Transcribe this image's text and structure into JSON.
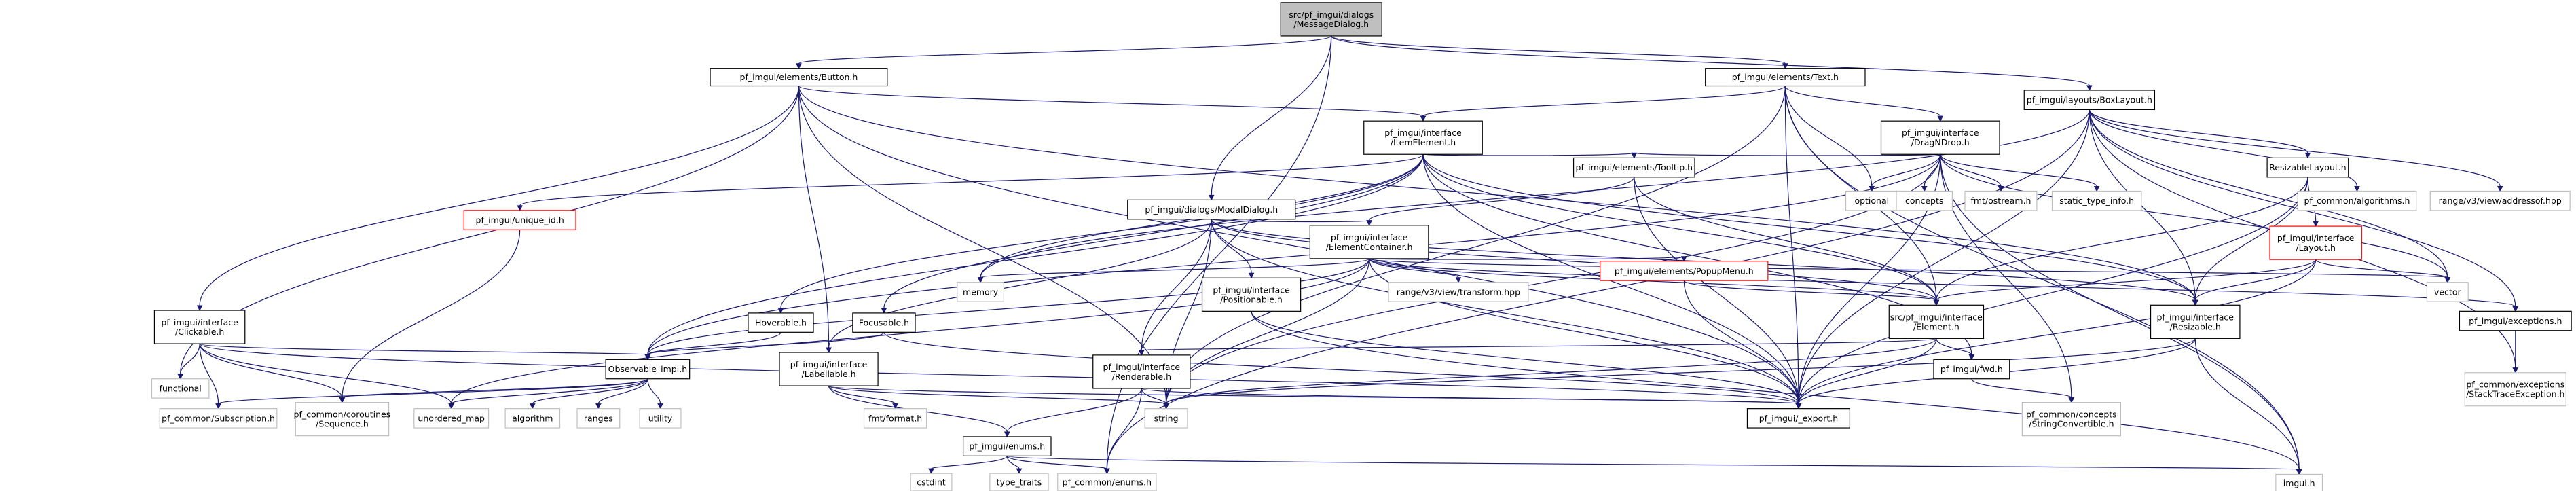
{
  "graph": {
    "title": "src/pf_imgui/dialogs/MessageDialog.h",
    "colors": {
      "root_fill": "#bfbfbf",
      "documented_border": "#000000",
      "external_border": "#bfbfbf",
      "undocumented_border": "#ff0000",
      "edge": "#191970"
    },
    "nodes": [
      {
        "id": "md",
        "kind": "root",
        "lines": [
          "src/pf_imgui/dialogs",
          "/MessageDialog.h"
        ]
      },
      {
        "id": "btn",
        "kind": "doc",
        "lines": [
          "pf_imgui/elements/Button.h"
        ]
      },
      {
        "id": "text",
        "kind": "doc",
        "lines": [
          "pf_imgui/elements/Text.h"
        ]
      },
      {
        "id": "boxl",
        "kind": "doc",
        "lines": [
          "pf_imgui/layouts/BoxLayout.h"
        ]
      },
      {
        "id": "item",
        "kind": "doc",
        "lines": [
          "pf_imgui/interface",
          "/ItemElement.h"
        ]
      },
      {
        "id": "dnd",
        "kind": "doc",
        "lines": [
          "pf_imgui/interface",
          "/DragNDrop.h"
        ]
      },
      {
        "id": "modal",
        "kind": "doc",
        "lines": [
          "pf_imgui/dialogs/ModalDialog.h"
        ]
      },
      {
        "id": "tooltip",
        "kind": "doc",
        "lines": [
          "pf_imgui/elements/Tooltip.h"
        ]
      },
      {
        "id": "reslay",
        "kind": "doc",
        "lines": [
          "ResizableLayout.h"
        ]
      },
      {
        "id": "uid",
        "kind": "red",
        "lines": [
          "pf_imgui/unique_id.h"
        ]
      },
      {
        "id": "cont",
        "kind": "doc",
        "lines": [
          "pf_imgui/interface",
          "/ElementContainer.h"
        ]
      },
      {
        "id": "popup",
        "kind": "red",
        "lines": [
          "pf_imgui/elements/PopupMenu.h"
        ]
      },
      {
        "id": "layout",
        "kind": "red",
        "lines": [
          "pf_imgui/interface",
          "/Layout.h"
        ]
      },
      {
        "id": "click",
        "kind": "doc",
        "lines": [
          "pf_imgui/interface",
          "/Clickable.h"
        ]
      },
      {
        "id": "hover",
        "kind": "doc",
        "lines": [
          "Hoverable.h"
        ]
      },
      {
        "id": "focus",
        "kind": "doc",
        "lines": [
          "Focusable.h"
        ]
      },
      {
        "id": "posit",
        "kind": "doc",
        "lines": [
          "pf_imgui/interface",
          "/Positionable.h"
        ]
      },
      {
        "id": "elem",
        "kind": "doc",
        "lines": [
          "src/pf_imgui/interface",
          "/Element.h"
        ]
      },
      {
        "id": "resz",
        "kind": "doc",
        "lines": [
          "pf_imgui/interface",
          "/Resizable.h"
        ]
      },
      {
        "id": "exc",
        "kind": "doc",
        "lines": [
          "pf_imgui/exceptions.h"
        ]
      },
      {
        "id": "obs",
        "kind": "doc",
        "lines": [
          "Observable_impl.h"
        ]
      },
      {
        "id": "label",
        "kind": "doc",
        "lines": [
          "pf_imgui/interface",
          "/Labellable.h"
        ]
      },
      {
        "id": "rend",
        "kind": "doc",
        "lines": [
          "pf_imgui/interface",
          "/Renderable.h"
        ]
      },
      {
        "id": "fwd",
        "kind": "doc",
        "lines": [
          "pf_imgui/fwd.h"
        ]
      },
      {
        "id": "enums",
        "kind": "doc",
        "lines": [
          "pf_imgui/enums.h"
        ]
      },
      {
        "id": "export",
        "kind": "doc",
        "lines": [
          "pf_imgui/_export.h"
        ]
      },
      {
        "id": "functional",
        "kind": "ext",
        "lines": [
          "functional"
        ]
      },
      {
        "id": "memory",
        "kind": "ext",
        "lines": [
          "memory"
        ]
      },
      {
        "id": "optional",
        "kind": "ext",
        "lines": [
          "optional"
        ]
      },
      {
        "id": "concepts",
        "kind": "ext",
        "lines": [
          "concepts"
        ]
      },
      {
        "id": "fmtostream",
        "kind": "ext",
        "lines": [
          "fmt/ostream.h"
        ]
      },
      {
        "id": "sti",
        "kind": "ext",
        "lines": [
          "static_type_info.h"
        ]
      },
      {
        "id": "algos",
        "kind": "ext",
        "lines": [
          "pf_common/algorithms.h"
        ]
      },
      {
        "id": "addressof",
        "kind": "ext",
        "lines": [
          "range/v3/view/addressof.hpp"
        ]
      },
      {
        "id": "transform",
        "kind": "ext",
        "lines": [
          "range/v3/view/transform.hpp"
        ]
      },
      {
        "id": "vector",
        "kind": "ext",
        "lines": [
          "vector"
        ]
      },
      {
        "id": "ste",
        "kind": "ext",
        "lines": [
          "pf_common/exceptions",
          "/StackTraceException.h"
        ]
      },
      {
        "id": "subscr",
        "kind": "ext",
        "lines": [
          "pf_common/Subscription.h"
        ]
      },
      {
        "id": "seq",
        "kind": "ext",
        "lines": [
          "pf_common/coroutines",
          "/Sequence.h"
        ]
      },
      {
        "id": "unmap",
        "kind": "ext",
        "lines": [
          "unordered_map"
        ]
      },
      {
        "id": "algorithm",
        "kind": "ext",
        "lines": [
          "algorithm"
        ]
      },
      {
        "id": "ranges",
        "kind": "ext",
        "lines": [
          "ranges"
        ]
      },
      {
        "id": "utility",
        "kind": "ext",
        "lines": [
          "utility"
        ]
      },
      {
        "id": "string",
        "kind": "ext",
        "lines": [
          "string"
        ]
      },
      {
        "id": "fmtformat",
        "kind": "ext",
        "lines": [
          "fmt/format.h"
        ]
      },
      {
        "id": "strconv",
        "kind": "ext",
        "lines": [
          "pf_common/concepts",
          "/StringConvertible.h"
        ]
      },
      {
        "id": "cstdint",
        "kind": "ext",
        "lines": [
          "cstdint"
        ]
      },
      {
        "id": "typetraits",
        "kind": "ext",
        "lines": [
          "type_traits"
        ]
      },
      {
        "id": "cenums",
        "kind": "ext",
        "lines": [
          "pf_common/enums.h"
        ]
      },
      {
        "id": "imgui",
        "kind": "ext",
        "lines": [
          "imgui.h"
        ]
      }
    ],
    "edges": [
      [
        "md",
        "btn"
      ],
      [
        "md",
        "text"
      ],
      [
        "md",
        "boxl"
      ],
      [
        "md",
        "modal"
      ],
      [
        "md",
        "cenums"
      ],
      [
        "btn",
        "item"
      ],
      [
        "btn",
        "click"
      ],
      [
        "btn",
        "label"
      ],
      [
        "btn",
        "functional"
      ],
      [
        "btn",
        "export"
      ],
      [
        "btn",
        "string"
      ],
      [
        "btn",
        "resz"
      ],
      [
        "text",
        "dnd"
      ],
      [
        "text",
        "item"
      ],
      [
        "text",
        "optional"
      ],
      [
        "text",
        "string"
      ],
      [
        "text",
        "elem"
      ],
      [
        "text",
        "export"
      ],
      [
        "text",
        "imgui"
      ],
      [
        "boxl",
        "reslay"
      ],
      [
        "boxl",
        "exc"
      ],
      [
        "boxl",
        "vector"
      ],
      [
        "boxl",
        "memory"
      ],
      [
        "boxl",
        "algos"
      ],
      [
        "boxl",
        "addressof"
      ],
      [
        "boxl",
        "export"
      ],
      [
        "boxl",
        "ste"
      ],
      [
        "boxl",
        "cenums"
      ],
      [
        "boxl",
        "resz"
      ],
      [
        "item",
        "tooltip"
      ],
      [
        "item",
        "elem"
      ],
      [
        "item",
        "uid"
      ],
      [
        "item",
        "hover"
      ],
      [
        "item",
        "focus"
      ],
      [
        "item",
        "obs"
      ],
      [
        "item",
        "memory"
      ],
      [
        "item",
        "export"
      ],
      [
        "item",
        "resz"
      ],
      [
        "item",
        "fwd"
      ],
      [
        "dnd",
        "optional"
      ],
      [
        "dnd",
        "concepts"
      ],
      [
        "dnd",
        "fmtostream"
      ],
      [
        "dnd",
        "sti"
      ],
      [
        "dnd",
        "export"
      ],
      [
        "dnd",
        "imgui"
      ],
      [
        "dnd",
        "vector"
      ],
      [
        "dnd",
        "strconv"
      ],
      [
        "dnd",
        "tooltip"
      ],
      [
        "dnd",
        "obs"
      ],
      [
        "dnd",
        "string"
      ],
      [
        "modal",
        "cont"
      ],
      [
        "modal",
        "posit"
      ],
      [
        "modal",
        "rend"
      ],
      [
        "modal",
        "label"
      ],
      [
        "modal",
        "export"
      ],
      [
        "modal",
        "string"
      ],
      [
        "modal",
        "resz"
      ],
      [
        "modal",
        "elem"
      ],
      [
        "tooltip",
        "cont"
      ],
      [
        "tooltip",
        "elem"
      ],
      [
        "tooltip",
        "export"
      ],
      [
        "reslay",
        "layout"
      ],
      [
        "reslay",
        "resz"
      ],
      [
        "reslay",
        "export"
      ],
      [
        "reslay",
        "elem"
      ],
      [
        "uid",
        "seq"
      ],
      [
        "cont",
        "popup"
      ],
      [
        "cont",
        "elem"
      ],
      [
        "cont",
        "exc"
      ],
      [
        "cont",
        "memory"
      ],
      [
        "cont",
        "transform"
      ],
      [
        "cont",
        "vector"
      ],
      [
        "cont",
        "string"
      ],
      [
        "cont",
        "export"
      ],
      [
        "cont",
        "obs"
      ],
      [
        "cont",
        "unmap"
      ],
      [
        "popup",
        "elem"
      ],
      [
        "popup",
        "export"
      ],
      [
        "layout",
        "elem"
      ],
      [
        "layout",
        "resz"
      ],
      [
        "layout",
        "export"
      ],
      [
        "layout",
        "vector"
      ],
      [
        "click",
        "obs"
      ],
      [
        "click",
        "functional"
      ],
      [
        "click",
        "export"
      ],
      [
        "click",
        "subscr"
      ],
      [
        "click",
        "seq"
      ],
      [
        "click",
        "unmap"
      ],
      [
        "hover",
        "obs"
      ],
      [
        "focus",
        "obs"
      ],
      [
        "focus",
        "export"
      ],
      [
        "posit",
        "export"
      ],
      [
        "posit",
        "imgui"
      ],
      [
        "elem",
        "rend"
      ],
      [
        "elem",
        "export"
      ],
      [
        "elem",
        "string"
      ],
      [
        "elem",
        "fwd"
      ],
      [
        "resz",
        "export"
      ],
      [
        "resz",
        "imgui"
      ],
      [
        "resz",
        "string"
      ],
      [
        "exc",
        "ste"
      ],
      [
        "obs",
        "subscr"
      ],
      [
        "obs",
        "seq"
      ],
      [
        "obs",
        "unmap"
      ],
      [
        "obs",
        "algorithm"
      ],
      [
        "obs",
        "ranges"
      ],
      [
        "obs",
        "utility"
      ],
      [
        "label",
        "enums"
      ],
      [
        "label",
        "fmtformat"
      ],
      [
        "label",
        "string"
      ],
      [
        "label",
        "export"
      ],
      [
        "rend",
        "enums"
      ],
      [
        "rend",
        "export"
      ],
      [
        "rend",
        "cenums"
      ],
      [
        "rend",
        "string"
      ],
      [
        "fwd",
        "strconv"
      ],
      [
        "enums",
        "cstdint"
      ],
      [
        "enums",
        "typetraits"
      ],
      [
        "enums",
        "cenums"
      ],
      [
        "enums",
        "imgui"
      ]
    ]
  }
}
